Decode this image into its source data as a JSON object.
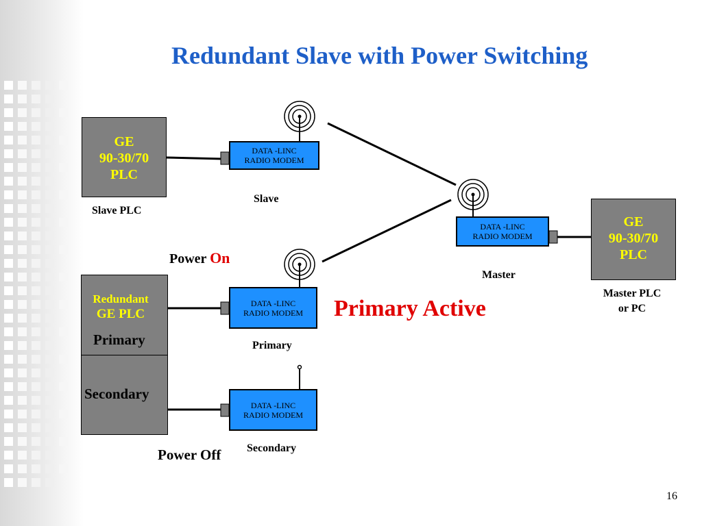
{
  "title": "Redundant Slave with Power Switching",
  "slave_plc": {
    "lines": [
      "GE",
      "90-30/70",
      "PLC"
    ],
    "caption": "Slave PLC"
  },
  "master_plc": {
    "lines": [
      "GE",
      "90-30/70",
      "PLC"
    ],
    "caption_lines": [
      "Master PLC",
      "or PC"
    ]
  },
  "redundant_plc": {
    "lines": [
      "Redundant",
      "GE PLC"
    ],
    "primary_label": "Primary",
    "secondary_label": "Secondary"
  },
  "modem": {
    "line1": "DATA -LINC",
    "line2": "RADIO  MODEM"
  },
  "labels": {
    "slave": "Slave",
    "master": "Master",
    "primary": "Primary",
    "secondary": "Secondary",
    "power_on_prefix": "Power ",
    "power_on_state": "On",
    "power_off": "Power Off",
    "primary_active": "Primary Active"
  },
  "colors": {
    "title": "#1e5fc8",
    "plc_text": "#ffff00",
    "modem_fill": "#1e90ff",
    "plc_fill": "#808080",
    "highlight": "#e00000"
  },
  "page_number": "16"
}
